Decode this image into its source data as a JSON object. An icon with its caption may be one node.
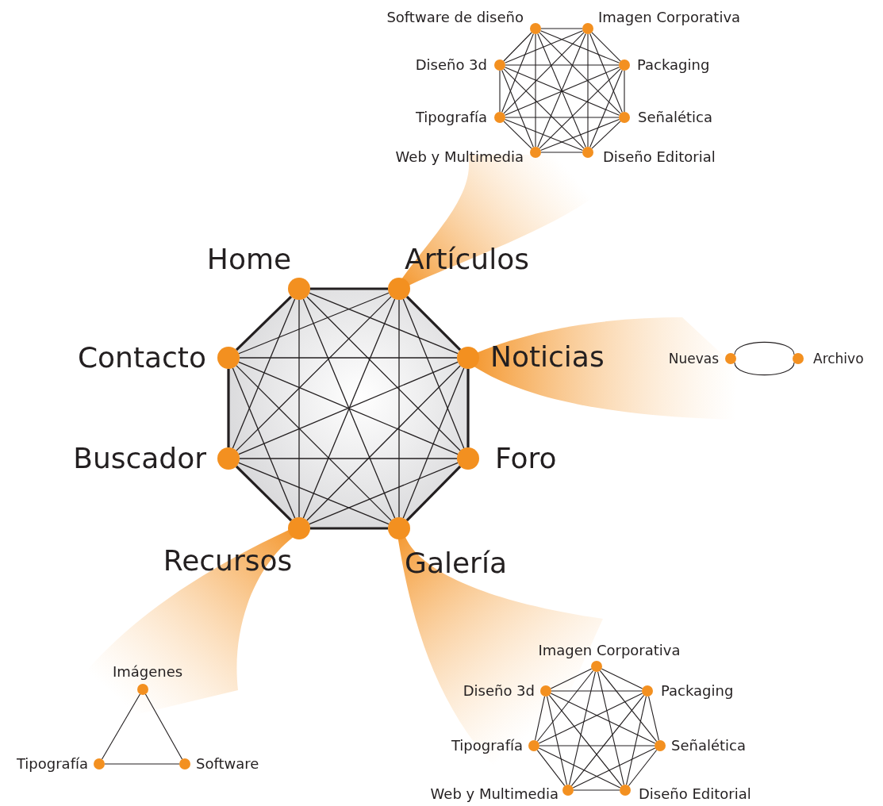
{
  "diagram": {
    "nodes": [
      {
        "text": [
          "Home"
        ]
      },
      {
        "text": [
          "Artículos"
        ]
      },
      {
        "text": [
          "Noticias"
        ]
      },
      {
        "text": [
          "Foro"
        ]
      },
      {
        "text": [
          "Galería"
        ]
      },
      {
        "text": [
          "Recursos"
        ]
      },
      {
        "text": [
          "Buscador"
        ]
      },
      {
        "text": [
          "Contacto"
        ]
      },
      {
        "text": [
          "Software de diseño"
        ]
      },
      {
        "text": [
          "Imagen Corporativa"
        ]
      },
      {
        "text": [
          "Packaging"
        ]
      },
      {
        "text": [
          "Señalética"
        ]
      },
      {
        "text": [
          "Diseño Editorial"
        ]
      },
      {
        "text": [
          "Web y Multimedia"
        ]
      },
      {
        "text": [
          "Tipografía"
        ]
      },
      {
        "text": [
          "Diseño 3d"
        ]
      },
      {
        "text": [
          "Nuevas"
        ]
      },
      {
        "text": [
          "Archivo"
        ]
      },
      {
        "text": [
          "Imagen Corporativa"
        ]
      },
      {
        "text": [
          "Packaging"
        ]
      },
      {
        "text": [
          "Señalética"
        ]
      },
      {
        "text": [
          "Diseño Editorial"
        ]
      },
      {
        "text": [
          "Web y Multimedia"
        ]
      },
      {
        "text": [
          "Tipografía"
        ]
      },
      {
        "text": [
          "Diseño 3d"
        ]
      },
      {
        "text": [
          "Imágenes"
        ]
      },
      {
        "text": [
          "Software"
        ]
      },
      {
        "text": [
          "Tipografía"
        ]
      }
    ],
    "edges": [
      {
        "from": 0,
        "to": 1,
        "arrow": "none",
        "style": "thick"
      },
      {
        "from": 0,
        "to": 2,
        "arrow": "none"
      },
      {
        "from": 0,
        "to": 3,
        "arrow": "none"
      },
      {
        "from": 0,
        "to": 4,
        "arrow": "none"
      },
      {
        "from": 0,
        "to": 5,
        "arrow": "none"
      },
      {
        "from": 0,
        "to": 6,
        "arrow": "none"
      },
      {
        "from": 0,
        "to": 7,
        "arrow": "none",
        "style": "thick"
      },
      {
        "from": 1,
        "to": 2,
        "arrow": "none",
        "style": "thick"
      },
      {
        "from": 1,
        "to": 3,
        "arrow": "none"
      },
      {
        "from": 1,
        "to": 4,
        "arrow": "none"
      },
      {
        "from": 1,
        "to": 5,
        "arrow": "none"
      },
      {
        "from": 1,
        "to": 6,
        "arrow": "none"
      },
      {
        "from": 1,
        "to": 7,
        "arrow": "none"
      },
      {
        "from": 2,
        "to": 3,
        "arrow": "none",
        "style": "thick"
      },
      {
        "from": 2,
        "to": 4,
        "arrow": "none"
      },
      {
        "from": 2,
        "to": 5,
        "arrow": "none"
      },
      {
        "from": 2,
        "to": 6,
        "arrow": "none"
      },
      {
        "from": 2,
        "to": 7,
        "arrow": "none"
      },
      {
        "from": 3,
        "to": 4,
        "arrow": "none",
        "style": "thick"
      },
      {
        "from": 3,
        "to": 5,
        "arrow": "none"
      },
      {
        "from": 3,
        "to": 6,
        "arrow": "none"
      },
      {
        "from": 3,
        "to": 7,
        "arrow": "none"
      },
      {
        "from": 4,
        "to": 5,
        "arrow": "none",
        "style": "thick"
      },
      {
        "from": 4,
        "to": 6,
        "arrow": "none"
      },
      {
        "from": 4,
        "to": 7,
        "arrow": "none"
      },
      {
        "from": 5,
        "to": 6,
        "arrow": "none",
        "style": "thick"
      },
      {
        "from": 5,
        "to": 7,
        "arrow": "none"
      },
      {
        "from": 6,
        "to": 7,
        "arrow": "none",
        "style": "thick"
      },
      {
        "from": 8,
        "to": 9,
        "arrow": "none"
      },
      {
        "from": 8,
        "to": 10,
        "arrow": "none"
      },
      {
        "from": 8,
        "to": 11,
        "arrow": "none"
      },
      {
        "from": 8,
        "to": 12,
        "arrow": "none"
      },
      {
        "from": 8,
        "to": 13,
        "arrow": "none"
      },
      {
        "from": 8,
        "to": 14,
        "arrow": "none"
      },
      {
        "from": 8,
        "to": 15,
        "arrow": "none"
      },
      {
        "from": 9,
        "to": 10,
        "arrow": "none"
      },
      {
        "from": 9,
        "to": 11,
        "arrow": "none"
      },
      {
        "from": 9,
        "to": 12,
        "arrow": "none"
      },
      {
        "from": 9,
        "to": 13,
        "arrow": "none"
      },
      {
        "from": 9,
        "to": 14,
        "arrow": "none"
      },
      {
        "from": 9,
        "to": 15,
        "arrow": "none"
      },
      {
        "from": 10,
        "to": 11,
        "arrow": "none"
      },
      {
        "from": 10,
        "to": 12,
        "arrow": "none"
      },
      {
        "from": 10,
        "to": 13,
        "arrow": "none"
      },
      {
        "from": 10,
        "to": 14,
        "arrow": "none"
      },
      {
        "from": 10,
        "to": 15,
        "arrow": "none"
      },
      {
        "from": 11,
        "to": 12,
        "arrow": "none"
      },
      {
        "from": 11,
        "to": 13,
        "arrow": "none"
      },
      {
        "from": 11,
        "to": 14,
        "arrow": "none"
      },
      {
        "from": 11,
        "to": 15,
        "arrow": "none"
      },
      {
        "from": 12,
        "to": 13,
        "arrow": "none"
      },
      {
        "from": 12,
        "to": 14,
        "arrow": "none"
      },
      {
        "from": 12,
        "to": 15,
        "arrow": "none"
      },
      {
        "from": 13,
        "to": 14,
        "arrow": "none"
      },
      {
        "from": 13,
        "to": 15,
        "arrow": "none"
      },
      {
        "from": 14,
        "to": 15,
        "arrow": "none"
      },
      {
        "from": 18,
        "to": 19,
        "arrow": "none"
      },
      {
        "from": 18,
        "to": 20,
        "arrow": "none"
      },
      {
        "from": 18,
        "to": 21,
        "arrow": "none"
      },
      {
        "from": 18,
        "to": 22,
        "arrow": "none"
      },
      {
        "from": 18,
        "to": 23,
        "arrow": "none"
      },
      {
        "from": 18,
        "to": 24,
        "arrow": "none"
      },
      {
        "from": 19,
        "to": 20,
        "arrow": "none"
      },
      {
        "from": 19,
        "to": 21,
        "arrow": "none"
      },
      {
        "from": 19,
        "to": 22,
        "arrow": "none"
      },
      {
        "from": 19,
        "to": 23,
        "arrow": "none"
      },
      {
        "from": 19,
        "to": 24,
        "arrow": "none"
      },
      {
        "from": 20,
        "to": 21,
        "arrow": "none"
      },
      {
        "from": 20,
        "to": 22,
        "arrow": "none"
      },
      {
        "from": 20,
        "to": 23,
        "arrow": "none"
      },
      {
        "from": 20,
        "to": 24,
        "arrow": "none"
      },
      {
        "from": 21,
        "to": 22,
        "arrow": "none"
      },
      {
        "from": 21,
        "to": 23,
        "arrow": "none"
      },
      {
        "from": 21,
        "to": 24,
        "arrow": "none"
      },
      {
        "from": 22,
        "to": 23,
        "arrow": "none"
      },
      {
        "from": 22,
        "to": 24,
        "arrow": "none"
      },
      {
        "from": 23,
        "to": 24,
        "arrow": "none"
      },
      {
        "from": 25,
        "to": 26,
        "arrow": "none"
      },
      {
        "from": 26,
        "to": 27,
        "arrow": "none"
      },
      {
        "from": 25,
        "to": 27,
        "arrow": "none"
      },
      {
        "from": 16,
        "to": 17,
        "arrow": "none"
      },
      {
        "from": 16,
        "to": 17,
        "arrow": "none"
      }
    ]
  }
}
